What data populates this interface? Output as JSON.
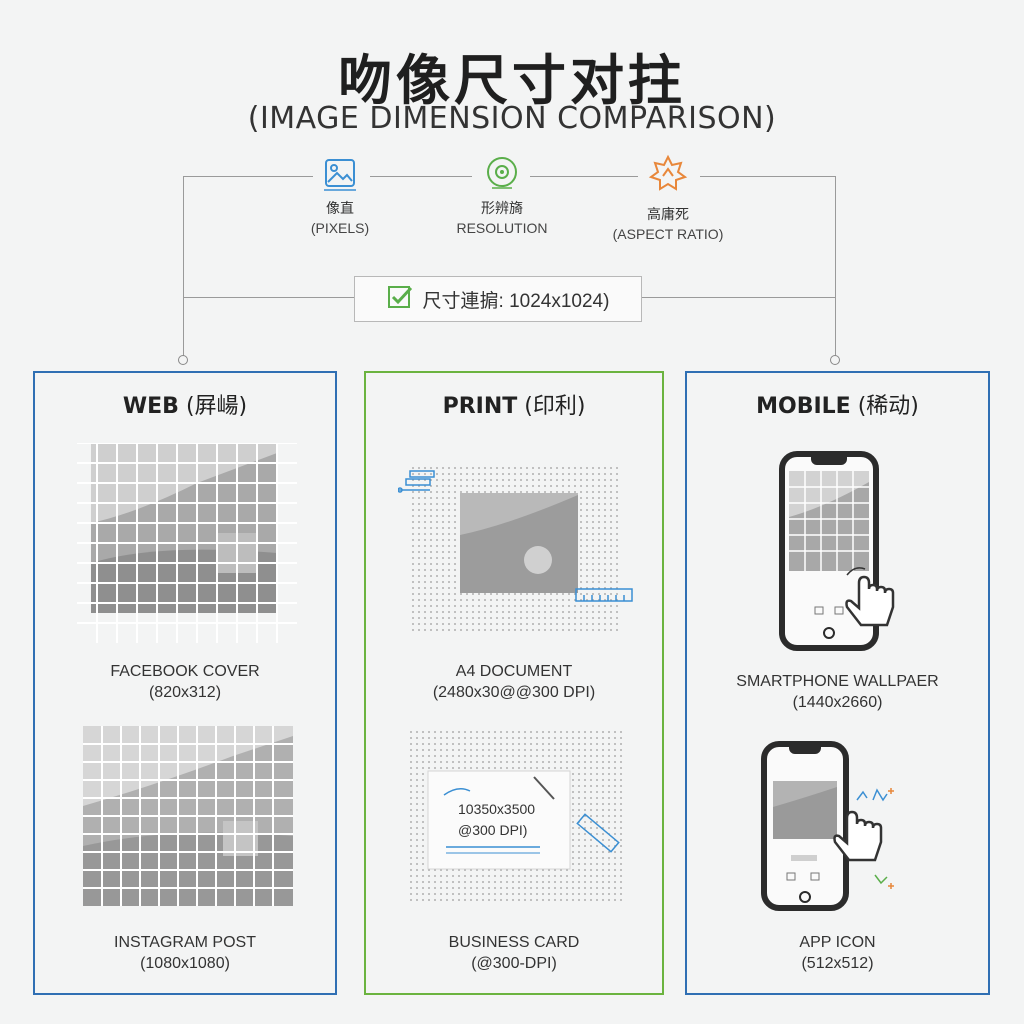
{
  "header": {
    "title": "吻像尺寸对拄",
    "subtitle": "(IMAGE DIMENSION COMPARISON)"
  },
  "metrics": [
    {
      "icon": "image-icon",
      "zh": "像直",
      "en": "(PIXELS)",
      "color": "#3b8fd3"
    },
    {
      "icon": "target-icon",
      "zh": "形辨旖",
      "en": "RESOLUTION",
      "color": "#5aae4a"
    },
    {
      "icon": "starburst-icon",
      "zh": "高庸死",
      "en": "(ASPECT RATIO)",
      "color": "#e8873a"
    }
  ],
  "badge": {
    "icon": "checkbox-check-icon",
    "text": "尺寸連掮: 1024x1024)"
  },
  "panels": {
    "web": {
      "title_en": "WEB",
      "title_zh": "(屛崵)",
      "color": "#2f6fb3",
      "items": [
        {
          "name": "FACEBOOK COVER",
          "size": "(820x312)"
        },
        {
          "name": "INSTAGRAM POST",
          "size": "(1080x1080)"
        }
      ]
    },
    "print": {
      "title_en": "PRINT",
      "title_zh": "(印利)",
      "color": "#6bb33f",
      "items": [
        {
          "name": "A4 DOCUMENT",
          "size": "(2480x30@@300 DPI)"
        },
        {
          "name": "BUSINESS CARD",
          "size": "(@300-DPI)"
        }
      ],
      "card_text_1": "10350x3500",
      "card_text_2": "@300 DPI)"
    },
    "mobile": {
      "title_en": "MOBILE",
      "title_zh": "(稀动)",
      "color": "#2f6fb3",
      "items": [
        {
          "name": "SMARTPHONE WALLPAER",
          "size": "(1440x2660)"
        },
        {
          "name": "APP ICON",
          "size": "(512x512)"
        }
      ]
    }
  }
}
